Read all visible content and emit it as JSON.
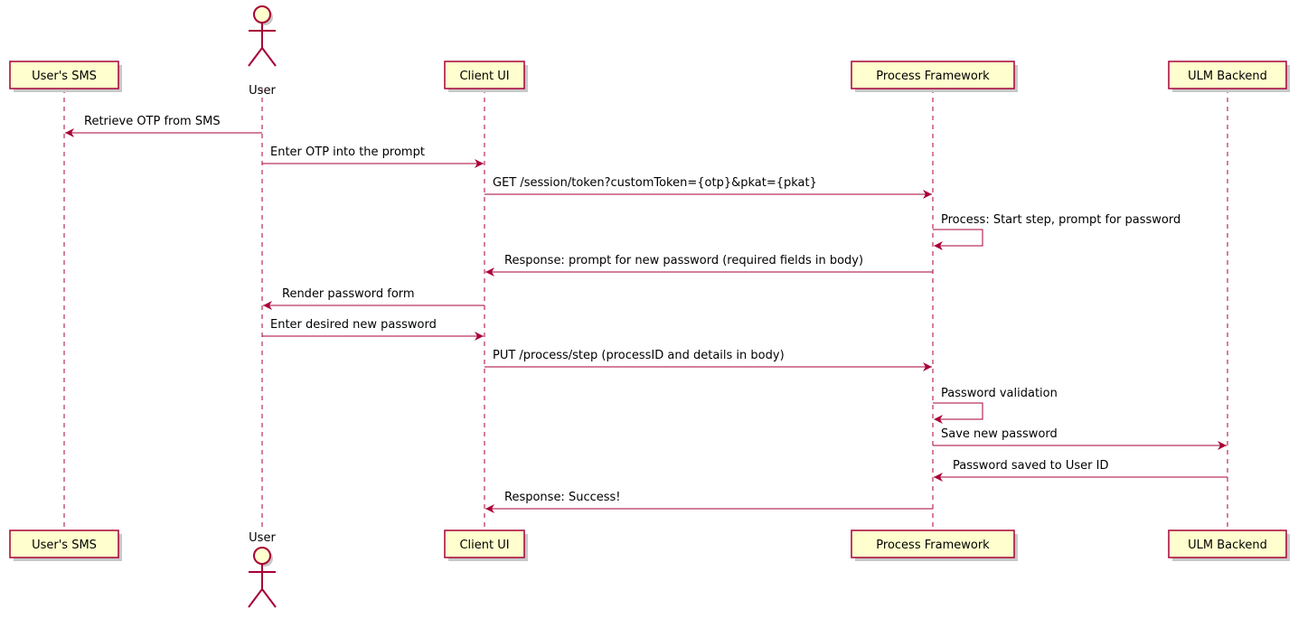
{
  "diagram": {
    "type": "sequence",
    "colors": {
      "line": "#A80036",
      "participant_fill": "#FEFECE",
      "text": "#000000"
    },
    "participants": [
      {
        "id": "sms",
        "label": "User's SMS",
        "kind": "participant"
      },
      {
        "id": "user",
        "label": "User",
        "kind": "actor"
      },
      {
        "id": "client",
        "label": "Client UI",
        "kind": "participant"
      },
      {
        "id": "pf",
        "label": "Process Framework",
        "kind": "participant"
      },
      {
        "id": "ulm",
        "label": "ULM Backend",
        "kind": "participant"
      }
    ],
    "messages": [
      {
        "from": "user",
        "to": "sms",
        "label": "Retrieve OTP from SMS"
      },
      {
        "from": "user",
        "to": "client",
        "label": "Enter OTP into the prompt"
      },
      {
        "from": "client",
        "to": "pf",
        "label": "GET /session/token?customToken={otp}&pkat={pkat}"
      },
      {
        "from": "pf",
        "to": "pf",
        "label": "Process: Start step, prompt for password"
      },
      {
        "from": "pf",
        "to": "client",
        "label": "Response: prompt for new password (required fields in body)"
      },
      {
        "from": "client",
        "to": "user",
        "label": "Render password form"
      },
      {
        "from": "user",
        "to": "client",
        "label": "Enter desired new password"
      },
      {
        "from": "client",
        "to": "pf",
        "label": "PUT /process/step (processID and details in body)"
      },
      {
        "from": "pf",
        "to": "pf",
        "label": "Password validation"
      },
      {
        "from": "pf",
        "to": "ulm",
        "label": "Save new password"
      },
      {
        "from": "ulm",
        "to": "pf",
        "label": "Password saved to User ID"
      },
      {
        "from": "pf",
        "to": "client",
        "label": "Response: Success!"
      }
    ]
  }
}
